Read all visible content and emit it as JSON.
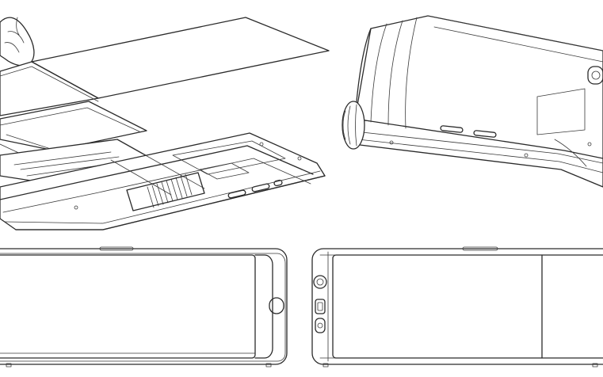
{
  "figure": {
    "background": "#ffffff",
    "line_color": "#2b2b2b",
    "views": [
      {
        "id": "exploded-view",
        "description_icon": "exploded-assembly-icon"
      },
      {
        "id": "folded-view",
        "description_icon": "folded-device-icon"
      },
      {
        "id": "unfolded-back-view",
        "description_icon": "device-back-icon"
      },
      {
        "id": "unfolded-front-view",
        "description_icon": "device-front-icon"
      }
    ]
  }
}
